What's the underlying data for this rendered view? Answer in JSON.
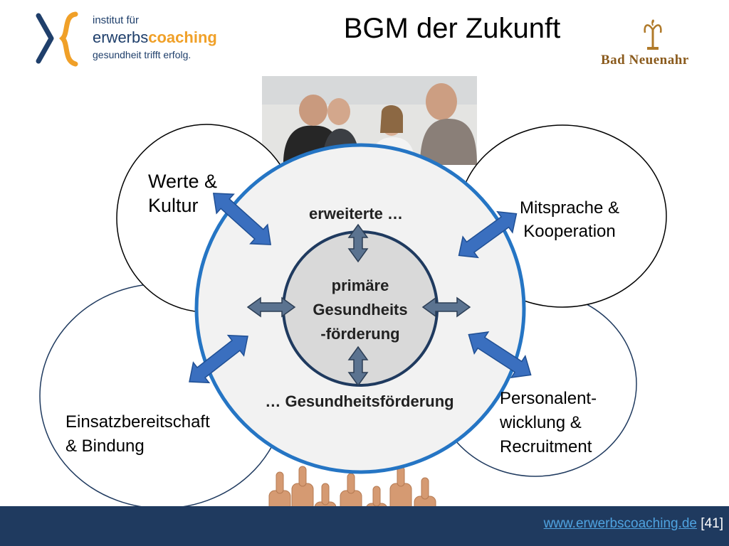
{
  "logo": {
    "line1": "institut für",
    "line2_a": "erwerbs",
    "line2_b": "coaching",
    "line3": "gesundheit trifft erfolg."
  },
  "title": "BGM der Zukunft",
  "brand_right": "Bad Neuenahr",
  "diagram": {
    "outer_left_top": "Werte &\nKultur",
    "outer_right_top": "Mitsprache &\nKooperation",
    "outer_left_bottom": "Einsatzbereitschaft\n& Bindung",
    "outer_right_bottom": "Personalent-\nwicklung &\nRecruitment",
    "middle_top": "erweiterte …",
    "middle_bottom": "… Gesundheitsförderung",
    "inner": "primäre\nGesundheits\n-förderung"
  },
  "footer": {
    "url": "www.erwerbscoaching.de",
    "page": "[41]"
  },
  "colors": {
    "blue_dark": "#1f3a5f",
    "ring_blue": "#2575c4",
    "arrow_blue": "#3a6fbf",
    "arrow_gray": "#5b7390",
    "logo_orange": "#f0a028"
  }
}
